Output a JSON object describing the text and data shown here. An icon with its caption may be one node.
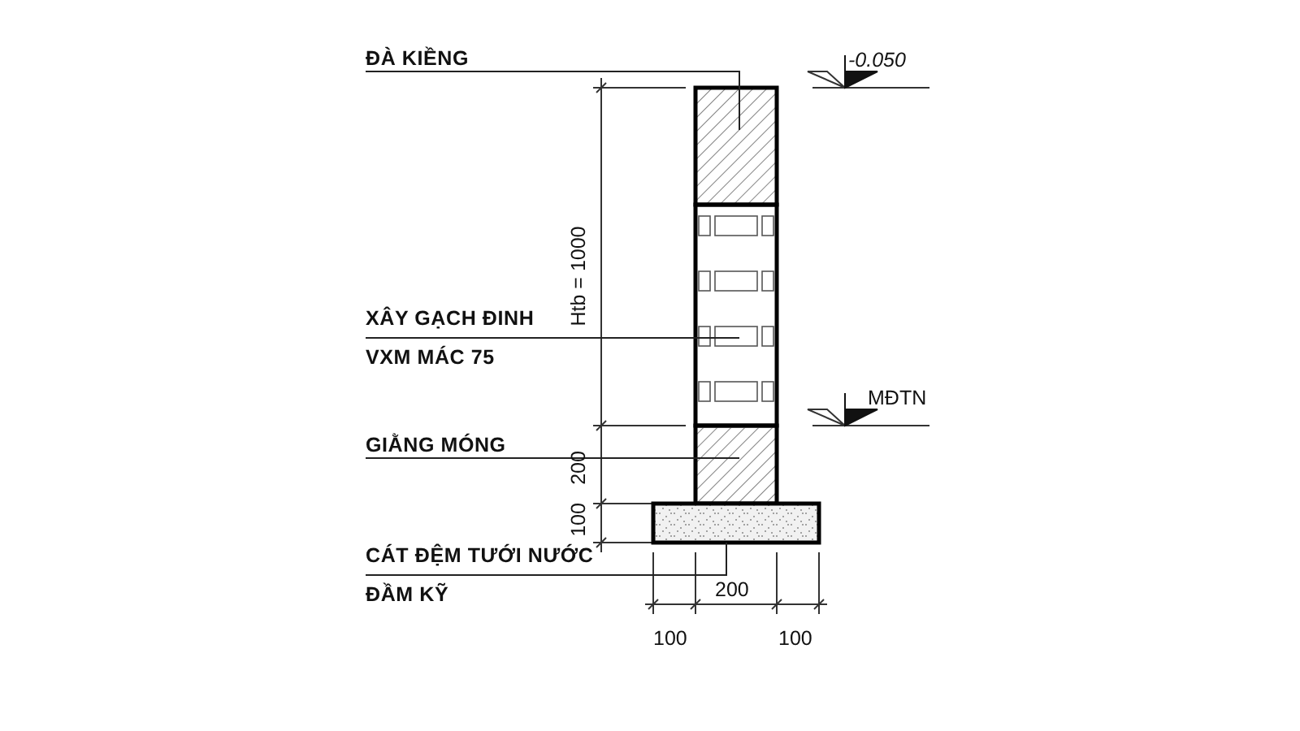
{
  "diagram": {
    "nodes": [
      {
        "text": [
          "ĐÀ KIỀNG"
        ]
      },
      {
        "text": [
          "XÂY GẠCH ĐINH VXM MÁC 75"
        ]
      },
      {
        "text": [
          "GIẰNG MÓNG"
        ]
      },
      {
        "text": [
          "CÁT ĐỆM TƯỚI NƯỚC ĐẦM KỸ"
        ]
      },
      {
        "text": [],
        "shape": "box"
      },
      {
        "text": [],
        "shape": "box"
      },
      {
        "text": [],
        "shape": "box"
      },
      {
        "text": [],
        "shape": "box"
      }
    ],
    "edges": [
      {
        "from": 0,
        "to": 4,
        "arrow": "none"
      },
      {
        "from": 1,
        "to": 5,
        "arrow": "none"
      },
      {
        "from": 2,
        "to": 6,
        "arrow": "none"
      },
      {
        "from": 3,
        "to": 7,
        "arrow": "none"
      }
    ],
    "labels": [
      "-0.050",
      "Htb = 1000",
      "MĐTN",
      "200",
      "100",
      "200",
      "100",
      "100"
    ]
  }
}
